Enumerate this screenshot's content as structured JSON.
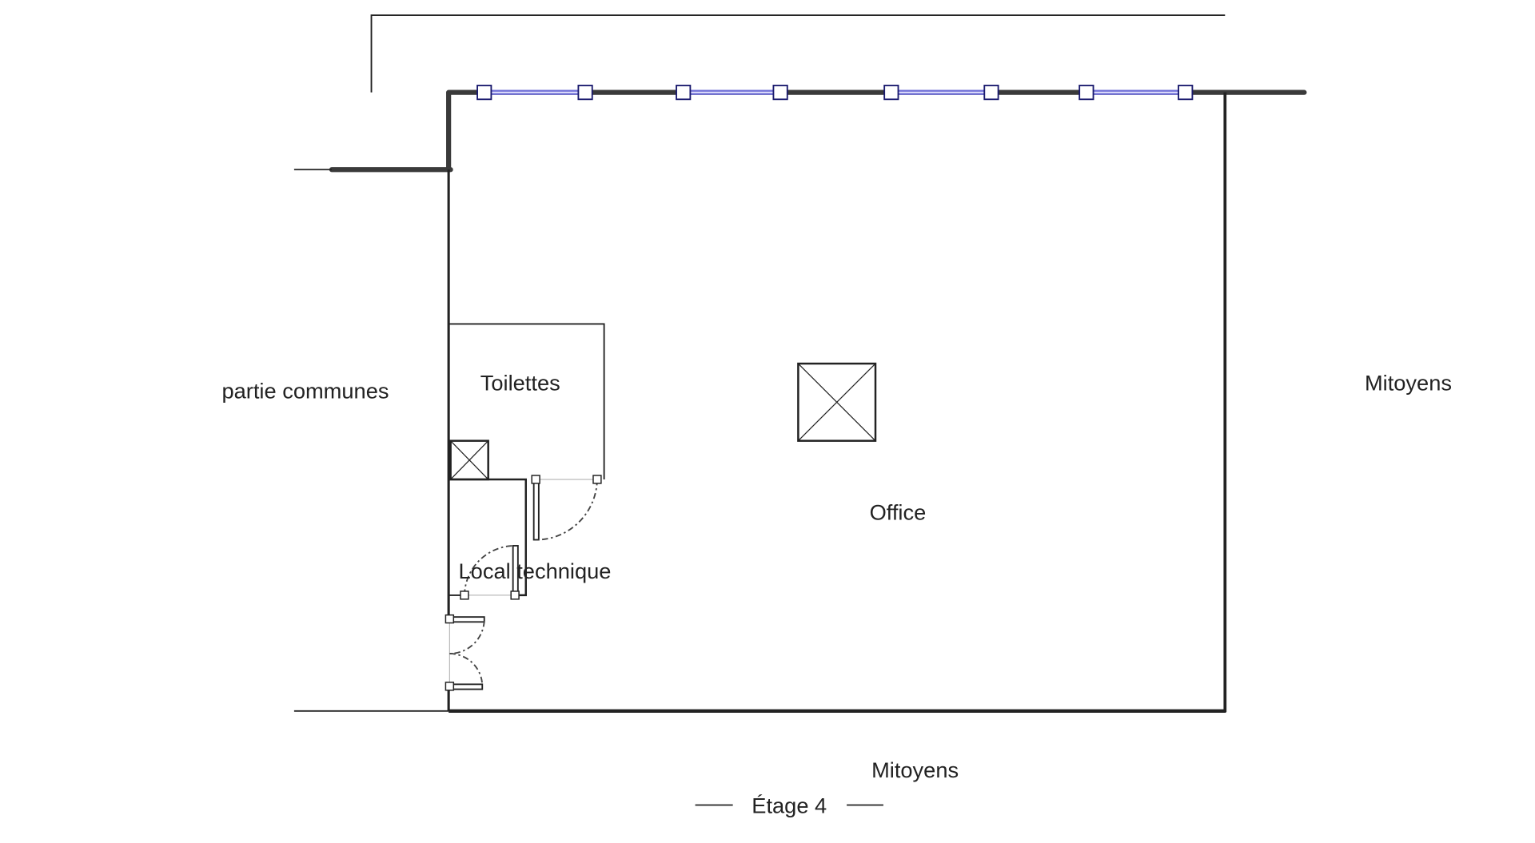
{
  "plan": {
    "labels": {
      "common_areas": "partie communes",
      "toilets": "Toilettes",
      "office": "Office",
      "technical_room": "Local technique",
      "neighbors_right": "Mitoyens",
      "neighbors_bottom": "Mitoyens"
    },
    "floor_caption": "Étage 4",
    "colors": {
      "wall": "#3a3a3a",
      "window": "#6b6bd6",
      "window_frame": "#1a1a6e"
    }
  }
}
